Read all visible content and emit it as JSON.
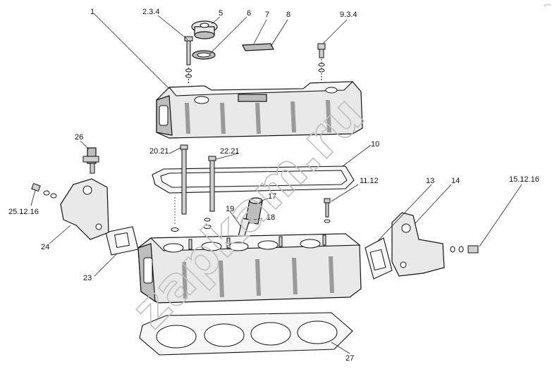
{
  "watermark": "zapkam.ru",
  "corner_mark": "ᵖ⁰⁰⁰",
  "labels": {
    "l1": "1",
    "l234": "2.3.4",
    "l5": "5",
    "l6": "6",
    "l7": "7",
    "l8": "8",
    "l934": "9.3.4",
    "l10": "10",
    "l1112": "11.12",
    "l13": "13",
    "l14": "14",
    "l151216a": "15.12.16",
    "l17": "17",
    "l18": "18",
    "l19": "19",
    "l2021": "20.21",
    "l2221": "22.21",
    "l23": "23",
    "l24": "24",
    "l251216": "25.12.16",
    "l26": "26",
    "l27": "27"
  }
}
